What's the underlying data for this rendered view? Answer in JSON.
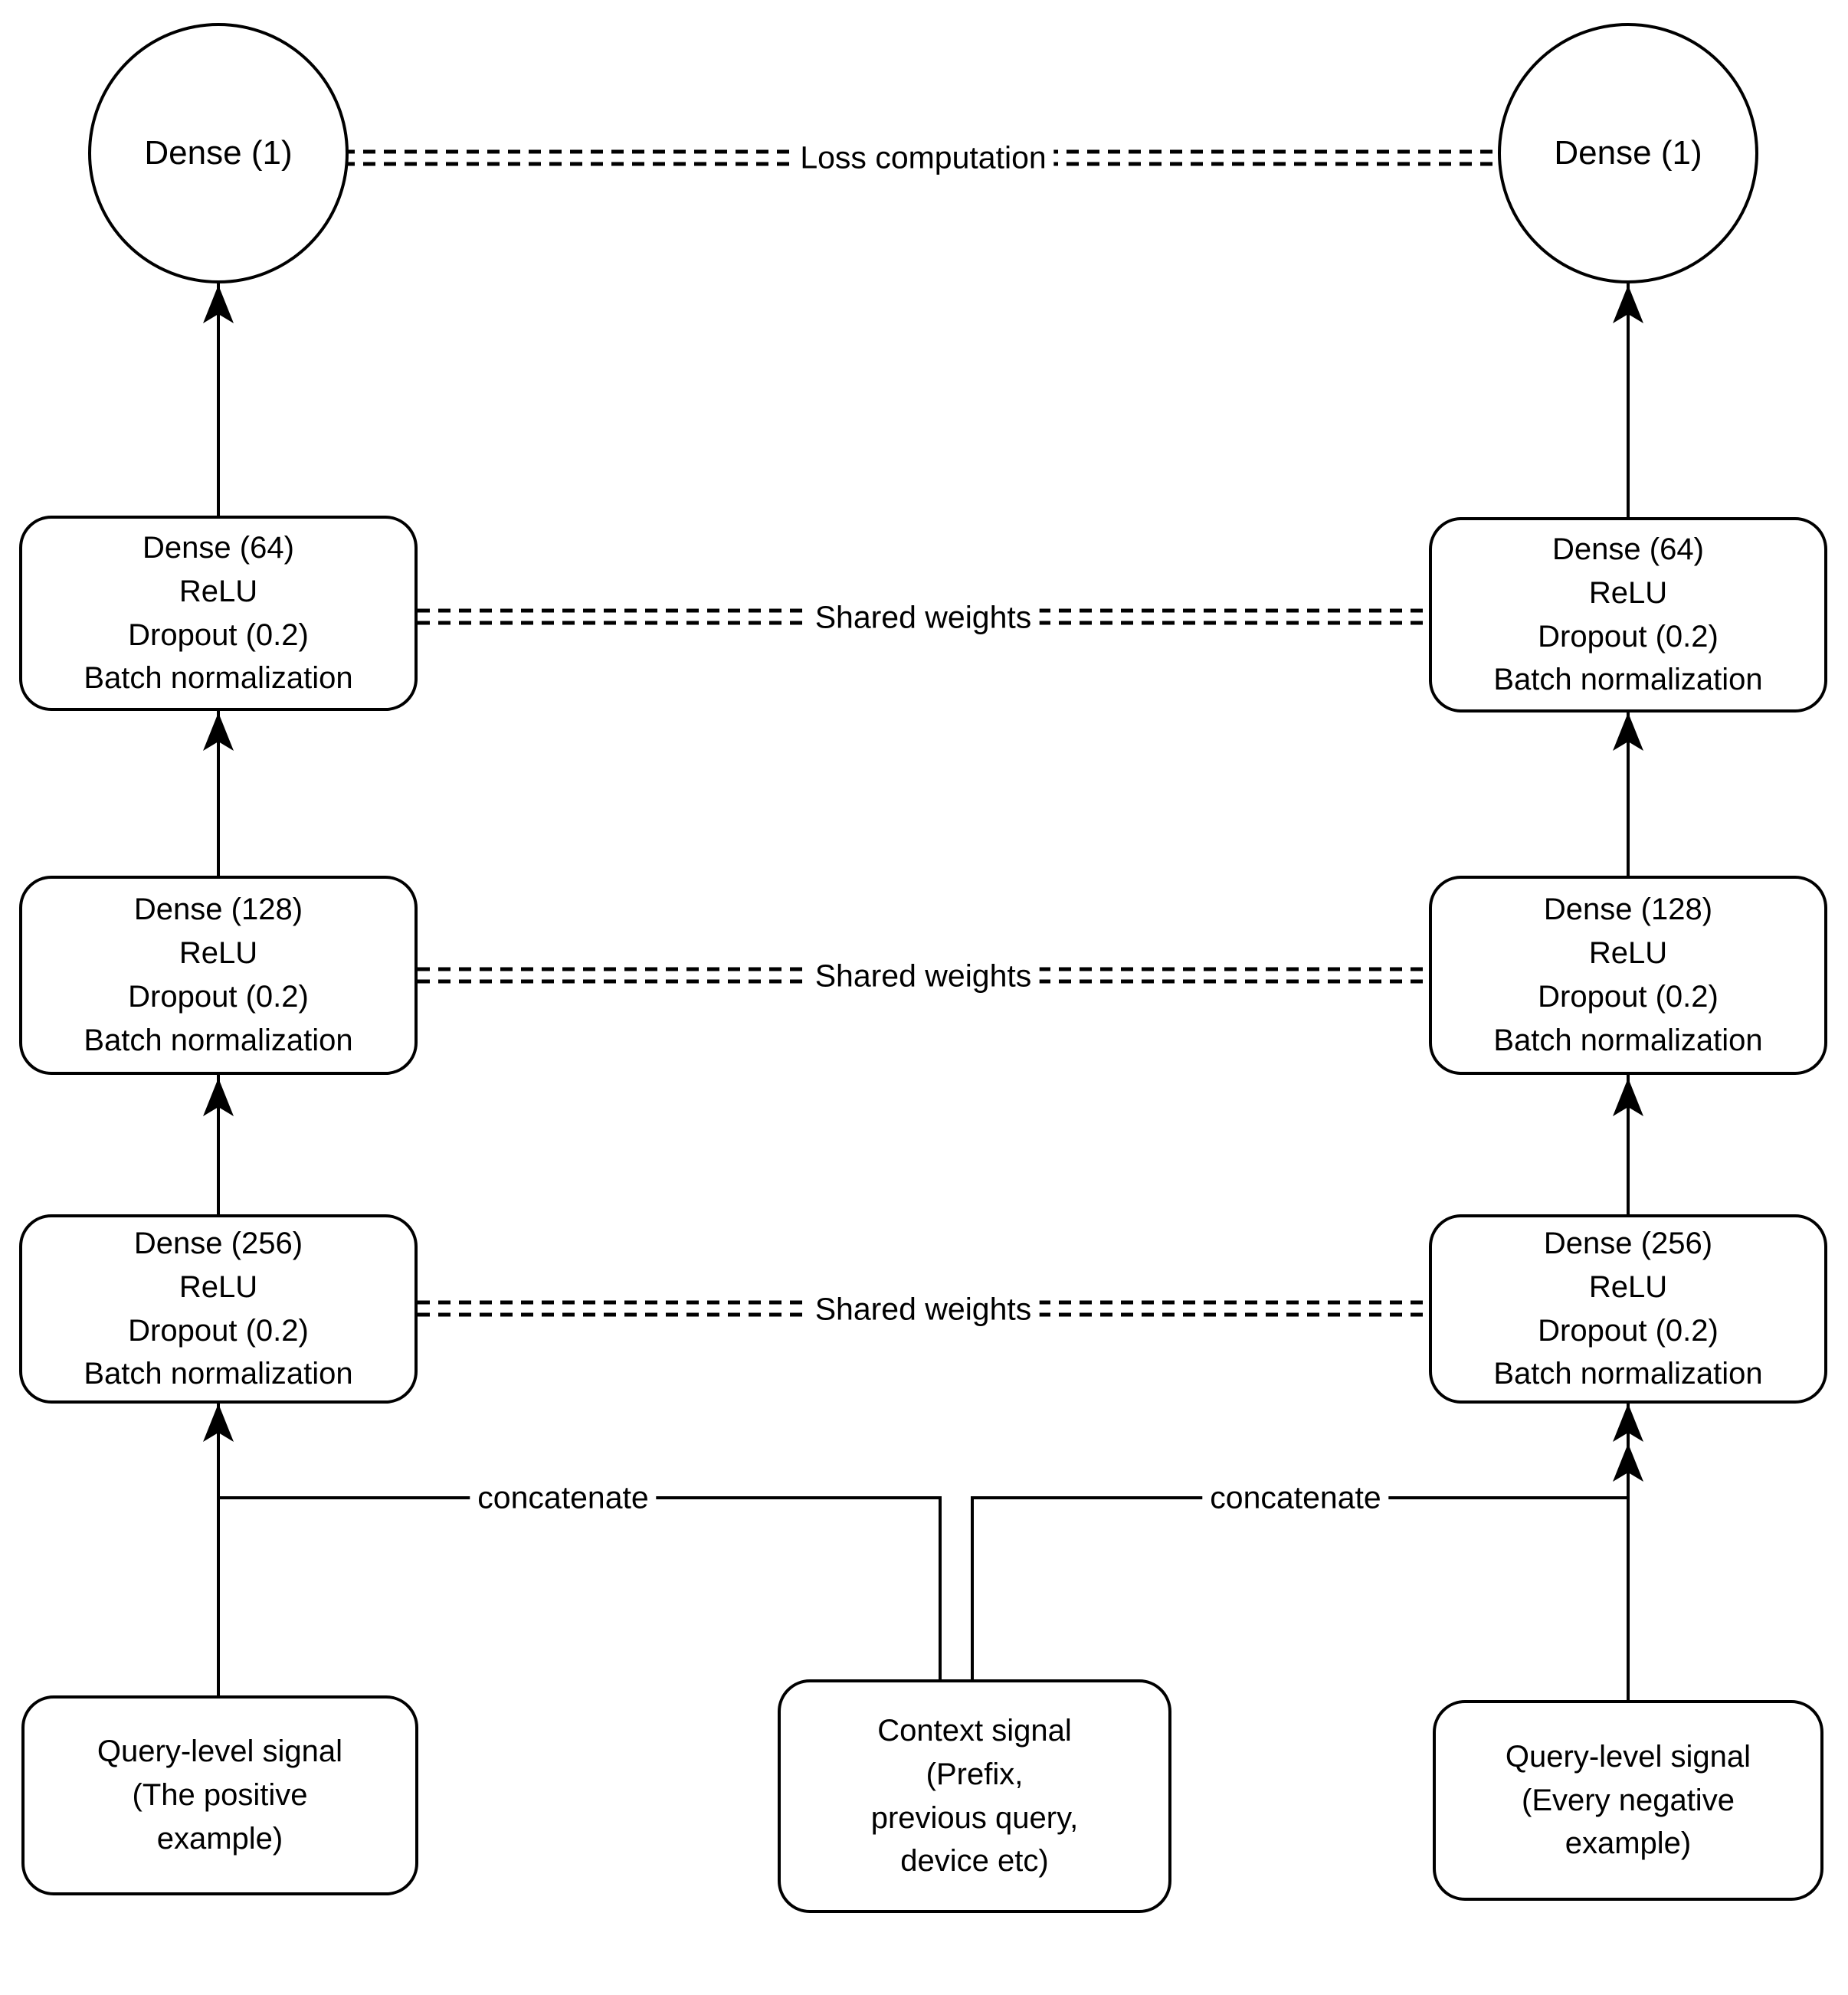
{
  "diagram": {
    "type": "siamese-ranking-network",
    "colors": {
      "stroke": "#000000",
      "background": "#ffffff"
    },
    "nodes": {
      "left_output_label": "Dense (1)",
      "right_output_label": "Dense (1)"
    },
    "left_tower": {
      "layers": [
        {
          "label": "Dense (64)\nReLU\nDropout (0.2)\nBatch normalization"
        },
        {
          "label": "Dense (128)\nReLU\nDropout (0.2)\nBatch normalization"
        },
        {
          "label": "Dense (256)\nReLU\nDropout (0.2)\nBatch normalization"
        }
      ],
      "input_label": "Query-level signal\n(The positive\nexample)"
    },
    "right_tower": {
      "layers": [
        {
          "label": "Dense (64)\nReLU\nDropout (0.2)\nBatch normalization"
        },
        {
          "label": "Dense (128)\nReLU\nDropout (0.2)\nBatch normalization"
        },
        {
          "label": "Dense (256)\nReLU\nDropout (0.2)\nBatch normalization"
        }
      ],
      "input_label": "Query-level signal\n(Every negative\nexample)"
    },
    "context_input_label": "Context signal\n(Prefix,\nprevious query,\ndevice etc)",
    "edge_labels": {
      "loss": "Loss computation",
      "shared_weights": "Shared weights",
      "concatenate": "concatenate"
    }
  }
}
